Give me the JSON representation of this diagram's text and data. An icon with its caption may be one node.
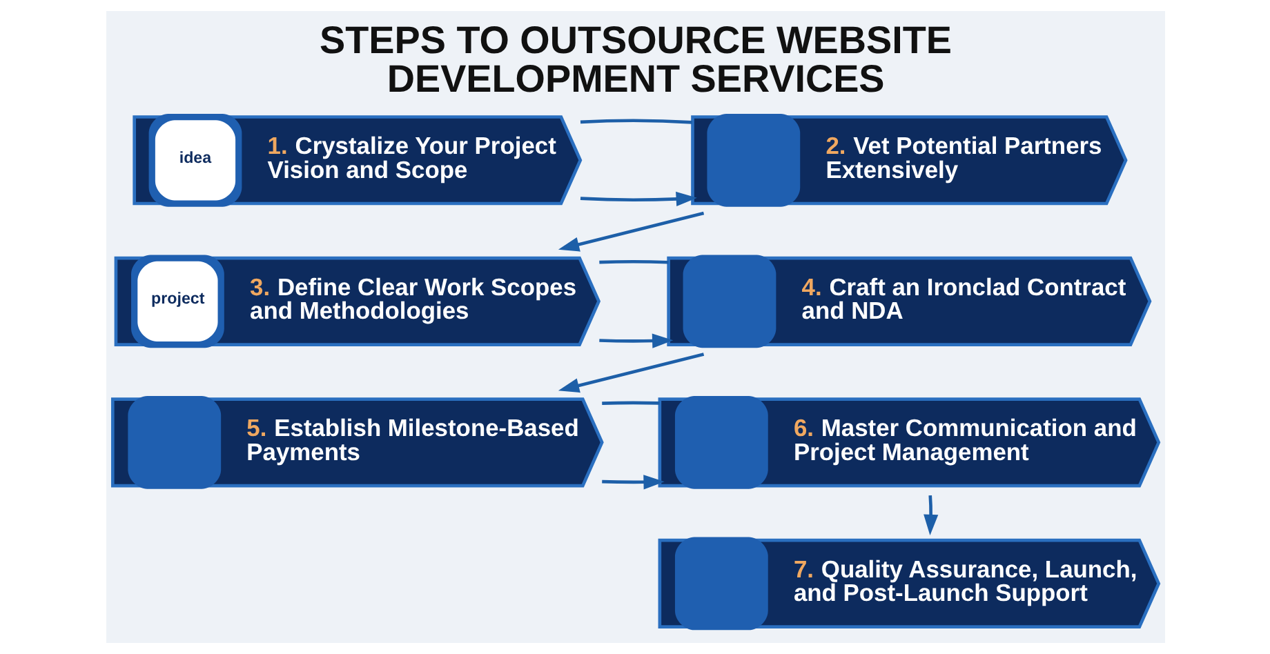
{
  "diagram": {
    "title": "STEPS TO OUTSOURCE WEBSITE DEVELOPMENT SERVICES",
    "nodes": [
      {
        "text": [
          "idea",
          "1. Crystalize Your Project Vision and Scope"
        ]
      },
      {
        "text": [
          "2. Vet Potential Partners Extensively"
        ]
      },
      {
        "text": [
          "project",
          "3. Define Clear Work Scopes and Methodologies"
        ]
      },
      {
        "text": [
          "4. Craft an Ironclad Contract and NDA"
        ]
      },
      {
        "text": [
          "5. Establish Milestone-Based Payments"
        ]
      },
      {
        "text": [
          "6. Master Communication and Project Management"
        ]
      },
      {
        "text": [
          "7. Quality Assurance, Launch, and Post-Launch Support"
        ]
      }
    ],
    "edges": [
      {
        "from": 0,
        "to": 1,
        "arrow": "to"
      },
      {
        "from": 0,
        "to": 1,
        "arrow": "none"
      },
      {
        "from": 1,
        "to": 2,
        "arrow": "to"
      },
      {
        "from": 2,
        "to": 3,
        "arrow": "to"
      },
      {
        "from": 2,
        "to": 3,
        "arrow": "none"
      },
      {
        "from": 3,
        "to": 4,
        "arrow": "to"
      },
      {
        "from": 4,
        "to": 5,
        "arrow": "to"
      },
      {
        "from": 4,
        "to": 5,
        "arrow": "none"
      },
      {
        "from": 5,
        "to": 6,
        "arrow": "to"
      }
    ]
  }
}
